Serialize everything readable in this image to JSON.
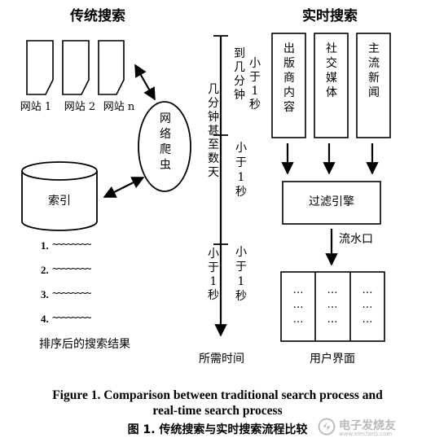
{
  "left": {
    "title": "传统搜索",
    "sites": [
      "网站 1",
      "网站 2",
      "网站 n"
    ],
    "crawler": "网络爬虫",
    "index": "索引",
    "results": [
      {
        "num": "1.",
        "wave": "~~~~~~~~"
      },
      {
        "num": "2.",
        "wave": "~~~~~~~~"
      },
      {
        "num": "3.",
        "wave": "~~~~~~~~"
      },
      {
        "num": "4.",
        "wave": "~~~~~~~~"
      }
    ],
    "results_label": "排序后的搜索结果"
  },
  "right": {
    "title": "实时搜索",
    "sources": [
      "出版商内容",
      "社交媒体",
      "主流新闻"
    ],
    "filter": "过滤引擎",
    "pipeline": "流水口",
    "ui_label": "用户界面",
    "ui_cells": [
      "…",
      "…",
      "…"
    ]
  },
  "timeline": {
    "axis_label": "所需时间",
    "left_long": "几分钟甚至数天",
    "left_short": "小于1秒",
    "right_segments": [
      "小于1秒到几分钟",
      "小于1秒",
      "小于1秒"
    ]
  },
  "caption": {
    "en_line1": "Figure 1. Comparison between traditional search process and",
    "en_line2": "real-time search process",
    "zh": "图 1.  传统搜索与实时搜索流程比较"
  },
  "watermark": {
    "text": "电子发烧友",
    "site": "www.elecfans.com"
  }
}
